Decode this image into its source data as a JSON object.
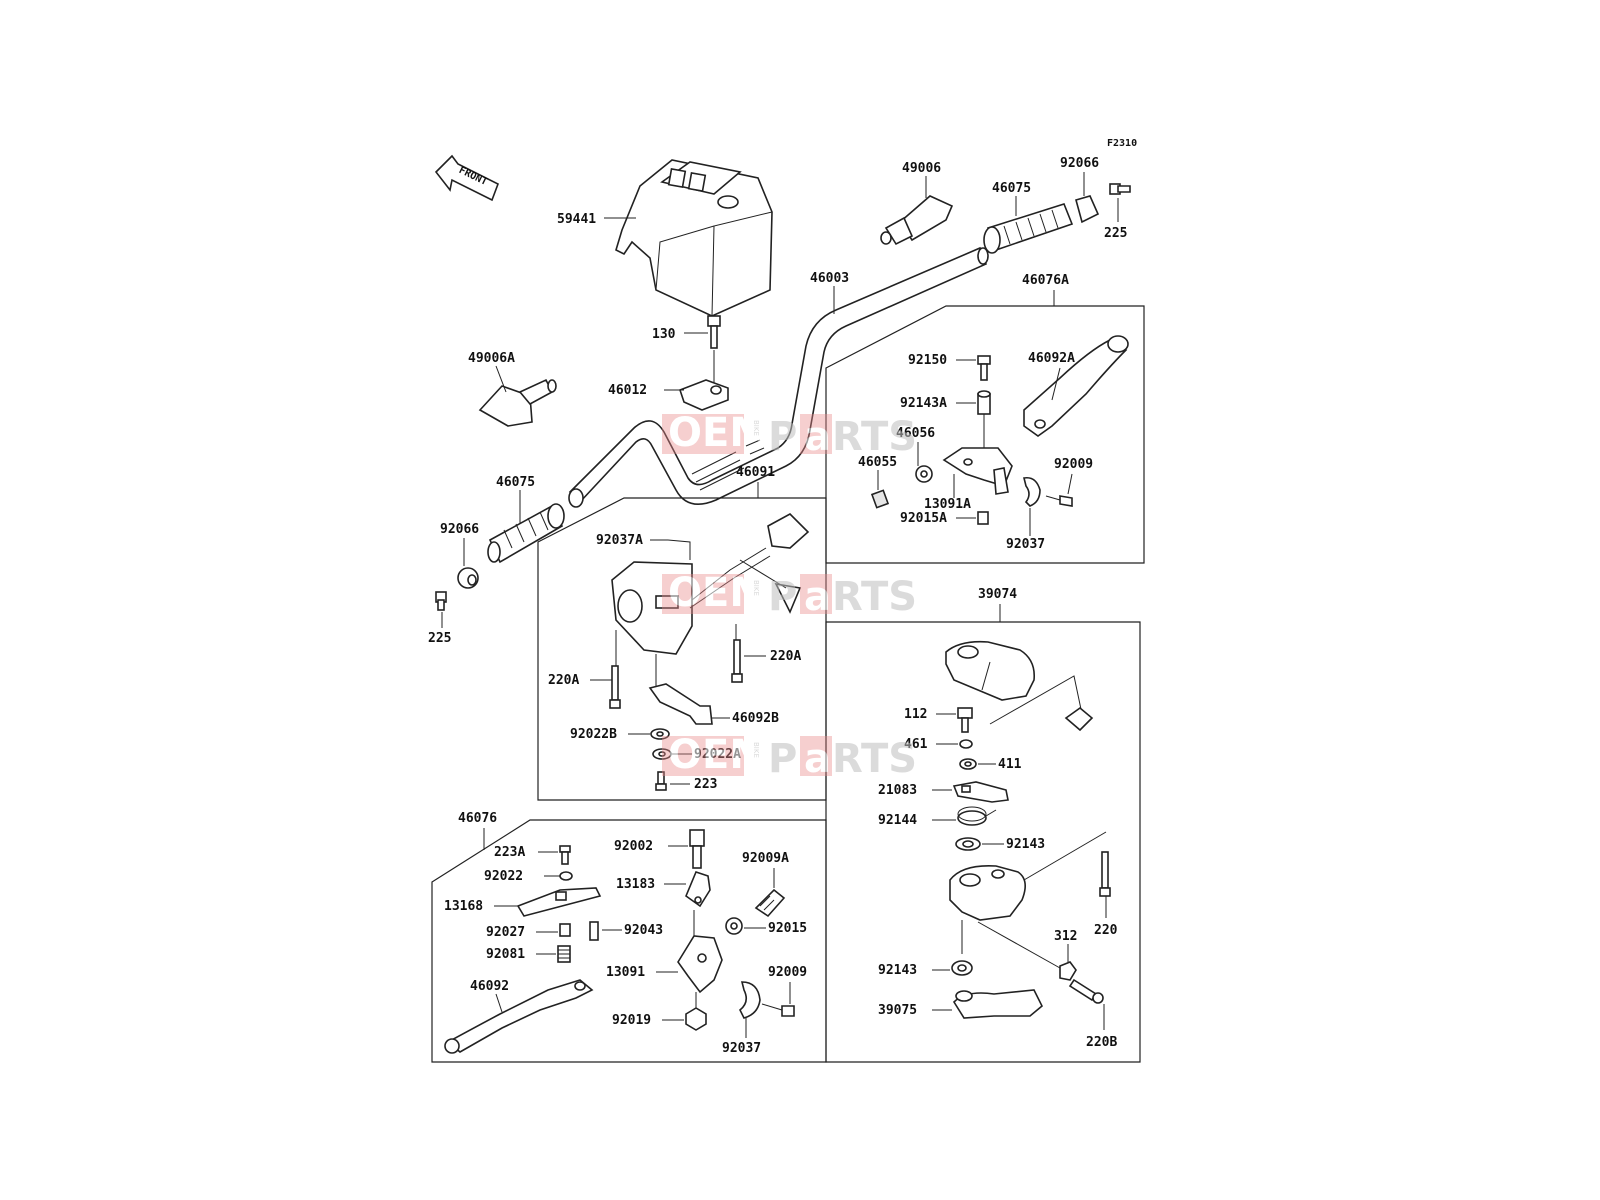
{
  "figure_code": "F2310",
  "front_label": "FRONT",
  "watermark": {
    "oem": "OEM",
    "bike": "BIKE",
    "parts_p": "P",
    "parts_a": "a",
    "parts_rts": "RTS"
  },
  "labels": {
    "l59441": "59441",
    "l49006": "49006",
    "l46075a": "46075",
    "l92066a": "92066",
    "l225a": "225",
    "l46003": "46003",
    "l46076a": "46076A",
    "l130": "130",
    "l49006a": "49006A",
    "l46012": "46012",
    "l92150": "92150",
    "l46092a": "46092A",
    "l92143a": "92143A",
    "l46056": "46056",
    "l46055": "46055",
    "l92009a": "92009",
    "l13091a": "13091A",
    "l92015a": "92015A",
    "l92037a": "92037",
    "l46075b": "46075",
    "l46091": "46091",
    "l92066b": "92066",
    "l225b": "225",
    "l92037aa": "92037A",
    "l220a1": "220A",
    "l220a2": "220A",
    "l46092b": "46092B",
    "l92022b": "92022B",
    "l92022a": "92022A",
    "l223": "223",
    "l39074": "39074",
    "l112": "112",
    "l461": "461",
    "l411": "411",
    "l21083": "21083",
    "l92144": "92144",
    "l92143b": "92143",
    "l220": "220",
    "l312": "312",
    "l92143c": "92143",
    "l39075": "39075",
    "l220b": "220B",
    "l46076": "46076",
    "l223a": "223A",
    "l92022": "92022",
    "l13168": "13168",
    "l92027": "92027",
    "l92081": "92081",
    "l46092": "46092",
    "l92002": "92002",
    "l13183": "13183",
    "l92043": "92043",
    "l92009aa": "92009A",
    "l92015": "92015",
    "l13091": "13091",
    "l92009b": "92009",
    "l92019": "92019",
    "l92037b": "92037"
  }
}
